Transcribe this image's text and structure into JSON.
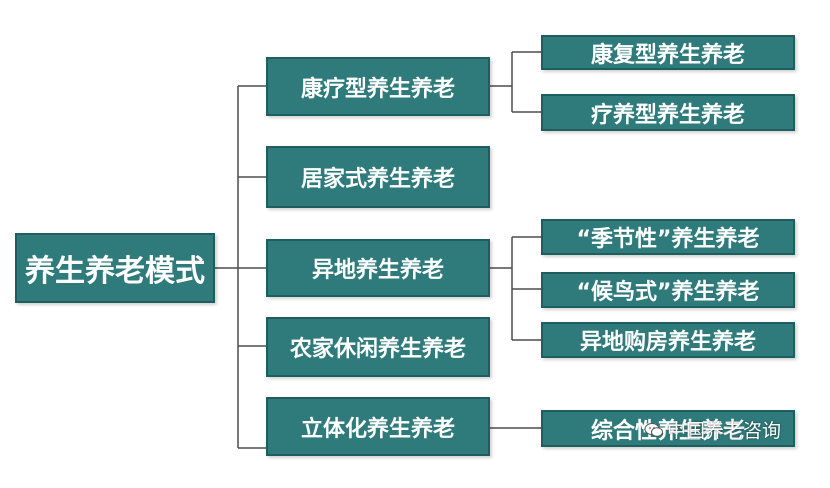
{
  "root": {
    "label": "养生养老模式"
  },
  "branches": [
    {
      "label": "康疗型养生养老",
      "children": [
        "康复型养生养老",
        "疗养型养生养老"
      ]
    },
    {
      "label": "居家式养生养老",
      "children": []
    },
    {
      "label": "异地养生养老",
      "children": [
        "“季节性”养生养老",
        "“候鸟式”养生养老",
        "异地购房养生养老"
      ]
    },
    {
      "label": "农家休闲养生养老",
      "children": []
    },
    {
      "label": "立体化养生养老",
      "children": [
        "综合性养生养老"
      ]
    }
  ],
  "watermark": {
    "text": "中国养老咨询",
    "icon": "wechat-icon"
  },
  "colors": {
    "box_fill": "#2f7b7b",
    "box_border": "#1f5e5e",
    "text": "#ffffff",
    "connector": "#4d4d4d"
  }
}
